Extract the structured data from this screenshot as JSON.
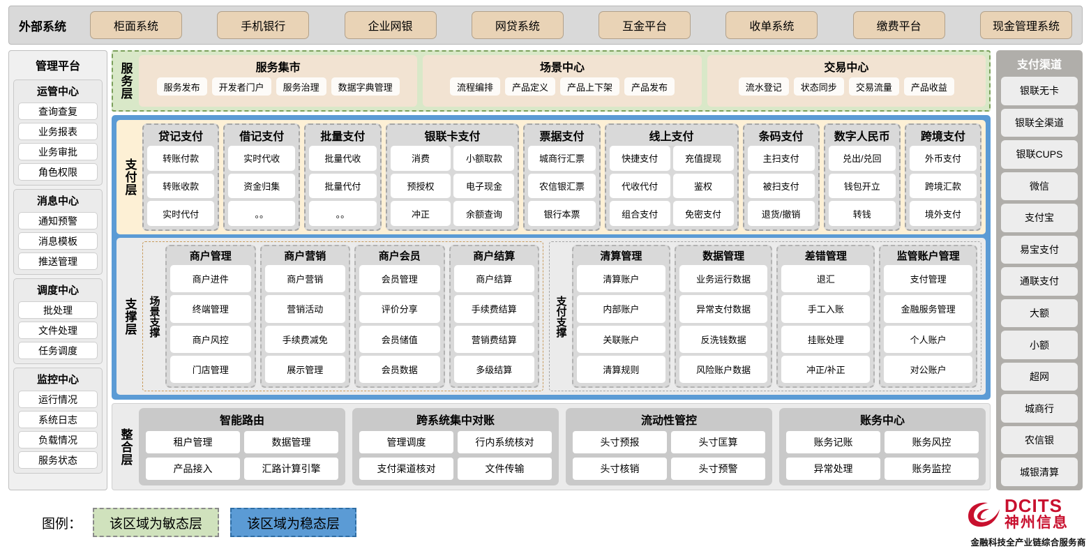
{
  "external": {
    "title": "外部系统",
    "items": [
      "柜面系统",
      "手机银行",
      "企业网银",
      "网贷系统",
      "互金平台",
      "收单系统",
      "缴费平台",
      "现金管理系统"
    ]
  },
  "management": {
    "title": "管理平台",
    "groups": [
      {
        "title": "运管中心",
        "items": [
          "查询查复",
          "业务报表",
          "业务审批",
          "角色权限"
        ]
      },
      {
        "title": "消息中心",
        "items": [
          "通知预警",
          "消息模板",
          "推送管理"
        ]
      },
      {
        "title": "调度中心",
        "items": [
          "批处理",
          "文件处理",
          "任务调度"
        ]
      },
      {
        "title": "监控中心",
        "items": [
          "运行情况",
          "系统日志",
          "负载情况",
          "服务状态"
        ]
      }
    ]
  },
  "service_layer": {
    "label": "服务层",
    "cards": [
      {
        "title": "服务集市",
        "items": [
          "服务发布",
          "开发者门户",
          "服务治理",
          "数据字典管理"
        ]
      },
      {
        "title": "场景中心",
        "items": [
          "流程编排",
          "产品定义",
          "产品上下架",
          "产品发布"
        ]
      },
      {
        "title": "交易中心",
        "items": [
          "流水登记",
          "状态同步",
          "交易流量",
          "产品收益"
        ]
      }
    ]
  },
  "payment_layer": {
    "label": "支付层",
    "groups": [
      {
        "title": "贷记支付",
        "cols": 1,
        "items": [
          "转账付款",
          "转账收款",
          "实时代付"
        ]
      },
      {
        "title": "借记支付",
        "cols": 1,
        "items": [
          "实时代收",
          "资金归集",
          "。。"
        ]
      },
      {
        "title": "批量支付",
        "cols": 1,
        "items": [
          "批量代收",
          "批量代付",
          "。。"
        ]
      },
      {
        "title": "银联卡支付",
        "cols": 2,
        "items": [
          "消费",
          "小额取款",
          "预授权",
          "电子现金",
          "冲正",
          "余额查询"
        ]
      },
      {
        "title": "票据支付",
        "cols": 1,
        "items": [
          "城商行汇票",
          "农信银汇票",
          "银行本票"
        ]
      },
      {
        "title": "线上支付",
        "cols": 2,
        "items": [
          "快捷支付",
          "充值提现",
          "代收代付",
          "鉴权",
          "组合支付",
          "免密支付"
        ]
      },
      {
        "title": "条码支付",
        "cols": 1,
        "items": [
          "主扫支付",
          "被扫支付",
          "退货/撤销"
        ]
      },
      {
        "title": "数字人民币",
        "cols": 1,
        "items": [
          "兑出/兑回",
          "钱包开立",
          "转钱"
        ]
      },
      {
        "title": "跨境支付",
        "cols": 1,
        "items": [
          "外币支付",
          "跨境汇款",
          "境外支付"
        ]
      }
    ]
  },
  "support_layer": {
    "label": "支撑层",
    "zones": [
      {
        "label": "场景支撑",
        "style": "orange",
        "groups": [
          {
            "title": "商户管理",
            "items": [
              "商户进件",
              "终端管理",
              "商户风控",
              "门店管理"
            ]
          },
          {
            "title": "商户营销",
            "items": [
              "商户营销",
              "营销活动",
              "手续费减免",
              "展示管理"
            ]
          },
          {
            "title": "商户会员",
            "items": [
              "会员管理",
              "评价分享",
              "会员储值",
              "会员数据"
            ]
          },
          {
            "title": "商户结算",
            "items": [
              "商户结算",
              "手续费结算",
              "营销费结算",
              "多级结算"
            ]
          }
        ]
      },
      {
        "label": "支付支撑",
        "style": "gray",
        "groups": [
          {
            "title": "清算管理",
            "items": [
              "清算账户",
              "内部账户",
              "关联账户",
              "清算规则"
            ]
          },
          {
            "title": "数据管理",
            "items": [
              "业务运行数据",
              "异常支付数据",
              "反洗钱数据",
              "风险账户数据"
            ]
          },
          {
            "title": "差错管理",
            "items": [
              "退汇",
              "手工入账",
              "挂账处理",
              "冲正/补正"
            ]
          },
          {
            "title": "监管账户管理",
            "items": [
              "支付管理",
              "金融服务管理",
              "个人账户",
              "对公账户"
            ]
          }
        ]
      }
    ]
  },
  "integration_layer": {
    "label": "整合层",
    "groups": [
      {
        "title": "智能路由",
        "items": [
          "租户管理",
          "数据管理",
          "产品接入",
          "汇路计算引擎"
        ]
      },
      {
        "title": "跨系统集中对账",
        "items": [
          "管理调度",
          "行内系统核对",
          "支付渠道核对",
          "文件传输"
        ]
      },
      {
        "title": "流动性管控",
        "items": [
          "头寸预报",
          "头寸匡算",
          "头寸核销",
          "头寸预警"
        ]
      },
      {
        "title": "账务中心",
        "items": [
          "账务记账",
          "账务风控",
          "异常处理",
          "账务监控"
        ]
      }
    ]
  },
  "channels": {
    "title": "支付渠道",
    "items": [
      "银联无卡",
      "银联全渠道",
      "银联CUPS",
      "微信",
      "支付宝",
      "易宝支付",
      "通联支付",
      "大额",
      "小额",
      "超网",
      "城商行",
      "农信银",
      "城银清算"
    ]
  },
  "legend": {
    "label": "图例：",
    "agile": "该区域为敏态层",
    "stable": "该区域为稳态层"
  },
  "logo": {
    "en": "DCITS",
    "cn": "神州信息",
    "tagline": "金融科技全产业链综合服务商"
  },
  "colors": {
    "agile_green": "#d9e8c8",
    "stable_blue": "#5b9bd5",
    "payment_cream": "#fdf0d5",
    "external_tan": "#e9d3b6",
    "brand_red": "#c8102e"
  }
}
